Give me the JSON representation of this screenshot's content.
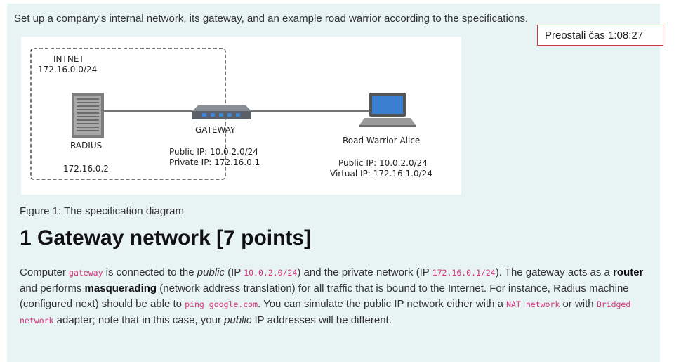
{
  "intro": "Set up a company's internal network, its gateway, and an example road warrior according to the specifications.",
  "timer": "Preostali čas 1:08:27",
  "diagram": {
    "intnet_title": "INTNET",
    "intnet_subnet": "172.16.0.0/24",
    "radius_label": "RADIUS",
    "radius_ip": "172.16.0.2",
    "gateway_label": "GATEWAY",
    "gateway_public": "Public IP: 10.0.2.0/24",
    "gateway_private": "Private IP: 172.16.0.1",
    "warrior_label": "Road Warrior Alice",
    "warrior_public": "Public IP: 10.0.2.0/24",
    "warrior_virtual": "Virtual IP: 172.16.1.0/24"
  },
  "caption": "Figure 1: The specification diagram",
  "heading": "1 Gateway network [7 points]",
  "para": {
    "t1": "Computer ",
    "c_gateway": "gateway",
    "t2": " is connected to the ",
    "e_public": "public",
    "t3": " (IP ",
    "c_public_ip": "10.0.2.0/24",
    "t4": ") and the private network (IP ",
    "c_private_ip": "172.16.0.1/24",
    "t5": "). The gateway acts as a ",
    "s_router": "router",
    "t6": " and performs ",
    "s_masq": "masquerading",
    "t7": " (network address translation) for all traffic that is bound to the Internet. For instance, Radius machine (configured next) should be able to ",
    "c_ping": "ping google.com",
    "t8": ". You can simulate the public IP network either with a ",
    "c_nat": "NAT network",
    "t9": " or with ",
    "c_bridged": "Bridged network",
    "t10": " adapter; note that in this case, your ",
    "e_public2": "public",
    "t11": " IP addresses will be different."
  }
}
